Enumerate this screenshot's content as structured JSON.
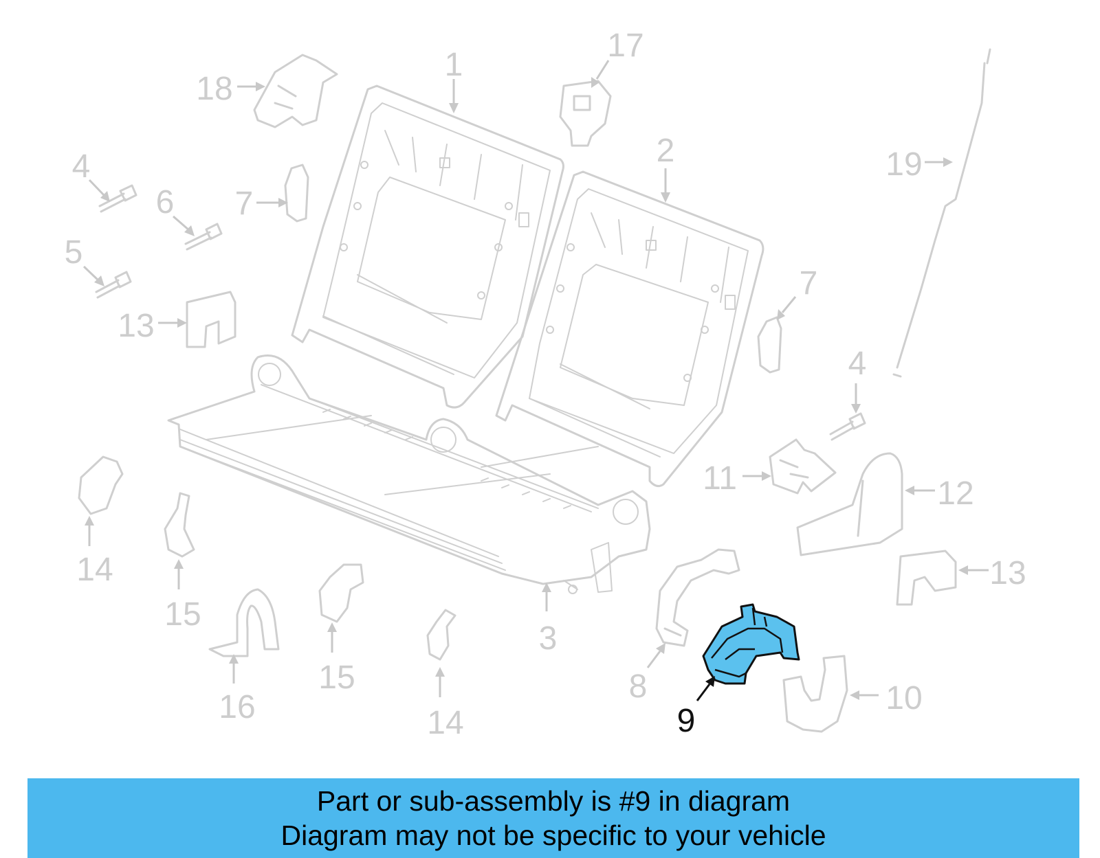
{
  "diagram": {
    "highlight_color": "#5bc1ee",
    "callouts": [
      "1",
      "2",
      "3",
      "4",
      "4",
      "5",
      "6",
      "7",
      "7",
      "8",
      "9",
      "10",
      "11",
      "12",
      "13",
      "13",
      "14",
      "14",
      "15",
      "15",
      "16",
      "17",
      "18",
      "19"
    ],
    "highlighted_callout": "9"
  },
  "banner": {
    "line1": "Part or sub-assembly is #9 in diagram",
    "line2": "Diagram may not be specific to your vehicle",
    "background": "#4cb8ee"
  }
}
